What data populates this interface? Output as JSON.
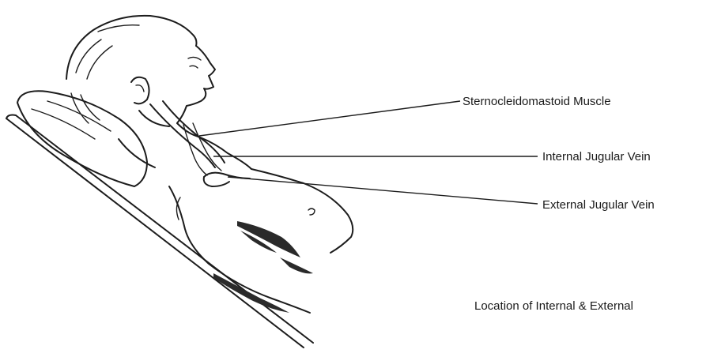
{
  "diagram": {
    "labels": {
      "sternocleidomastoid": "Sternocleidomastoid Muscle",
      "internal_jugular": "Internal Jugular Vein",
      "external_jugular": "External Jugular Vein"
    },
    "caption": "Location of Internal & External"
  }
}
